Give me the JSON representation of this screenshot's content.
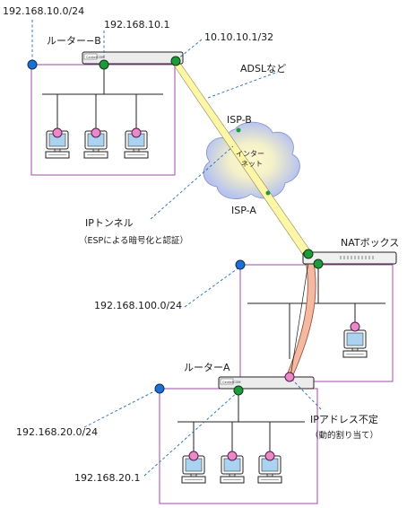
{
  "labels": {
    "net_b": "192.168.10.0/24",
    "router_b": "ルーター−B",
    "ip_router_b": "192.168.10.1",
    "ip_wan_b": "10.10.10.1/32",
    "adsl": "ADSLなど",
    "isp_b": "ISP-B",
    "cloud_line1": "インター",
    "cloud_line2": "ネット",
    "isp_a": "ISP-A",
    "ip_tunnel": "IPトンネル",
    "ip_tunnel_sub": "（ESPによる暗号化と認証）",
    "nat_box": "NATボックス",
    "net_mid": "192.168.100.0/24",
    "router_a": "ルーターA",
    "ip_undefined": "IPアドレス不定",
    "ip_undefined_sub": "（動的割り当て）",
    "net_a": "192.168.20.0/24",
    "ip_router_a": "192.168.20.1",
    "device_brand": "CenterCOM"
  },
  "colors": {
    "lan_box": "#a04aa8",
    "dashed_leader": "#1f6fb5",
    "node_green": "#1e9a3a",
    "node_pink": "#e98ac8",
    "node_blue": "#1f6fd0",
    "tunnel_yellow": "#fff6a8",
    "tunnel_salmon": "#f5b8a0",
    "cloud_blue": "#b8c4ee"
  }
}
